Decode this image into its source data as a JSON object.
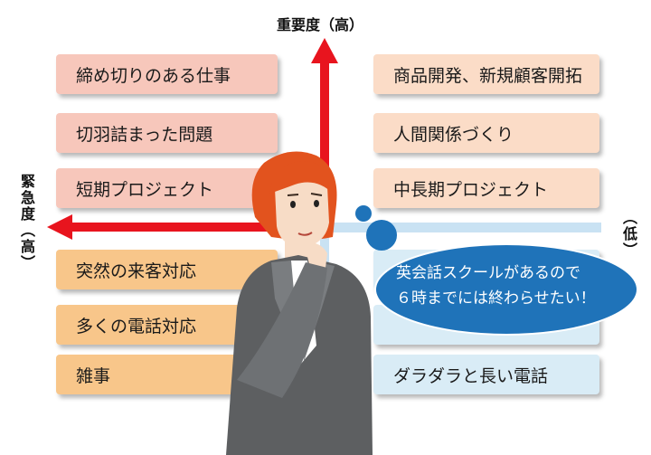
{
  "axes": {
    "importance_high": "重要度（高）",
    "urgency_high": "緊急度（高）",
    "low": "（低）"
  },
  "quadrants": {
    "important_urgent": [
      "締め切りのある仕事",
      "切羽詰まった問題",
      "短期プロジェクト"
    ],
    "important_not_urgent": [
      "商品開発、新規顧客開拓",
      "人間関係づくり",
      "中長期プロジェクト"
    ],
    "not_important_urgent": [
      "突然の来客対応",
      "多くの電話対応",
      "雑事"
    ],
    "not_important_not_urgent": [
      "",
      "",
      "ダラダラと長い電話"
    ]
  },
  "thought": {
    "line1": "英会話スクールがあるので",
    "line2": "６時までには終わらせたい！"
  },
  "colors": {
    "axis_red": "#e8141e",
    "axis_light_blue": "#c9e2f3",
    "bubble_blue": "#1f73b9",
    "quadrant_pink": "#f7c7bb",
    "quadrant_peach": "#fbdcc7",
    "quadrant_orange": "#f8c68a",
    "quadrant_blue": "#d9ecf6"
  }
}
